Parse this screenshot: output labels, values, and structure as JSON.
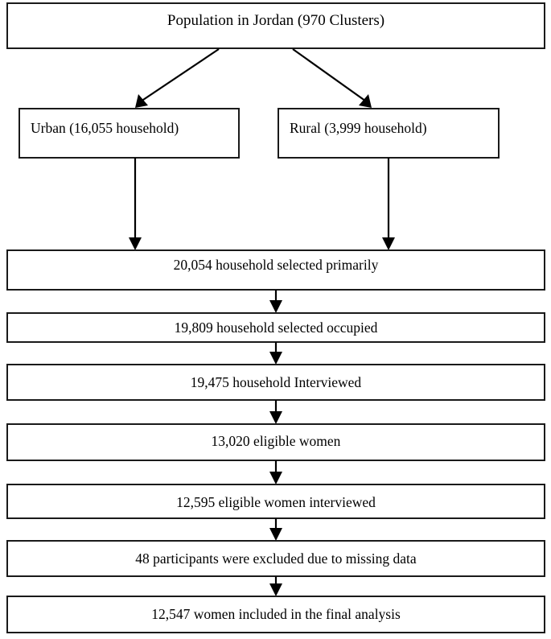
{
  "diagram": {
    "type": "flowchart",
    "title_node": {
      "id": "population",
      "label": "Population in Jordan (970 Clusters)"
    },
    "branch_nodes": [
      {
        "id": "urban",
        "label": "Urban (16,055 household)"
      },
      {
        "id": "rural",
        "label": "Rural (3,999 household)"
      }
    ],
    "stacked_nodes": [
      {
        "id": "selected-primarily",
        "label": "20,054 household selected primarily"
      },
      {
        "id": "selected-occupied",
        "label": "19,809 household selected occupied"
      },
      {
        "id": "household-interviewed",
        "label": "19,475 household Interviewed"
      },
      {
        "id": "eligible-women",
        "label": "13,020 eligible women"
      },
      {
        "id": "eligible-women-interviewed",
        "label": "12,595 eligible women interviewed"
      },
      {
        "id": "excluded-missing-data",
        "label": "48 participants were excluded due to missing data"
      },
      {
        "id": "final-analysis",
        "label": "12,547 women included in the final analysis"
      }
    ],
    "colors": {
      "box_fill": "#ffffff",
      "box_stroke": "#1a1a1a",
      "arrow": "#000000",
      "text": "#000000",
      "background": "#ffffff"
    }
  }
}
